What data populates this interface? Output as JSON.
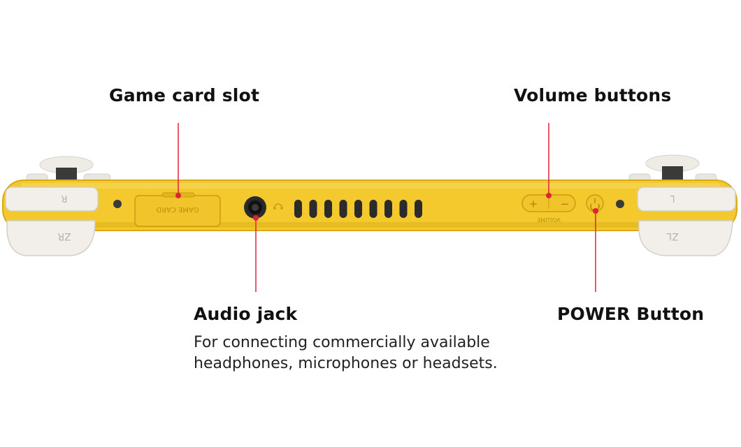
{
  "callouts": {
    "game_card_slot": {
      "title": "Game card slot"
    },
    "volume_buttons": {
      "title": "Volume buttons"
    },
    "audio_jack": {
      "title": "Audio jack",
      "description_lines": [
        "For connecting commercially available",
        "headphones, microphones or headsets."
      ]
    },
    "power_button": {
      "title": "POWER Button"
    }
  },
  "device_markings": {
    "left_top_button": "R",
    "left_bottom_button": "ZR",
    "right_top_button": "L",
    "right_bottom_button": "ZL",
    "slot_cover_text": "GAME CARD",
    "volume_plus": "+",
    "volume_minus": "−",
    "volume_caption": "VOLUME"
  },
  "colors": {
    "body_yellow": "#f3c92d",
    "body_yellow_dark": "#dcae16",
    "button_white": "#f2efea",
    "callout_red": "#e2203a",
    "vent_dark": "#2b2b2b"
  }
}
